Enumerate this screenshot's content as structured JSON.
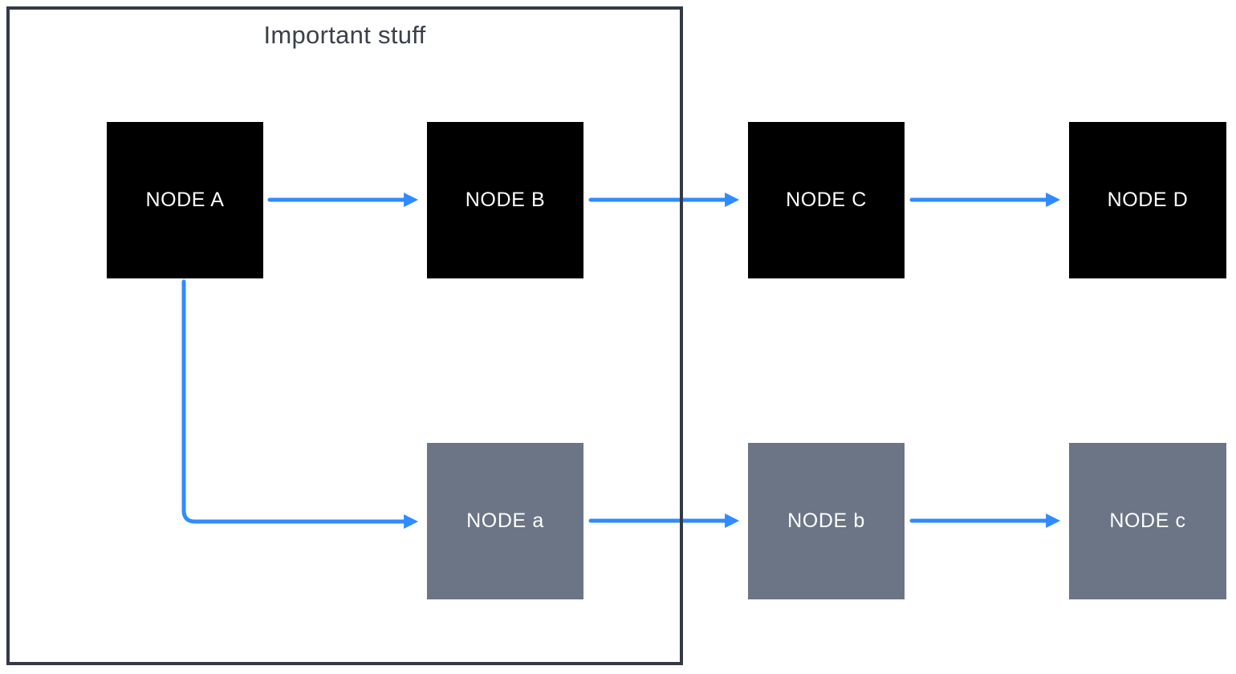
{
  "diagram": {
    "group": {
      "title": "Important stuff",
      "contains": [
        "NODE A",
        "NODE B",
        "NODE a"
      ]
    },
    "nodes": [
      {
        "id": "node-a-upper",
        "label": "NODE A",
        "variant": "primary"
      },
      {
        "id": "node-b-upper",
        "label": "NODE B",
        "variant": "primary"
      },
      {
        "id": "node-c-upper",
        "label": "NODE C",
        "variant": "primary"
      },
      {
        "id": "node-d-upper",
        "label": "NODE D",
        "variant": "primary"
      },
      {
        "id": "node-a-lower",
        "label": "NODE a",
        "variant": "secondary"
      },
      {
        "id": "node-b-lower",
        "label": "NODE b",
        "variant": "secondary"
      },
      {
        "id": "node-c-lower",
        "label": "NODE c",
        "variant": "secondary"
      }
    ],
    "edges": [
      {
        "from": "NODE A",
        "to": "NODE B",
        "shape": "straight"
      },
      {
        "from": "NODE B",
        "to": "NODE C",
        "shape": "straight"
      },
      {
        "from": "NODE C",
        "to": "NODE D",
        "shape": "straight"
      },
      {
        "from": "NODE A",
        "to": "NODE a",
        "shape": "elbow-down-right"
      },
      {
        "from": "NODE a",
        "to": "NODE b",
        "shape": "straight"
      },
      {
        "from": "NODE b",
        "to": "NODE c",
        "shape": "straight"
      }
    ]
  },
  "colors": {
    "node_primary": "#000000",
    "node_secondary": "#6b7585",
    "node_text": "#ffffff",
    "arrow": "#2f8bff",
    "group_border": "#333a44",
    "title_text": "#3a414b",
    "canvas_bg": "#ffffff"
  }
}
